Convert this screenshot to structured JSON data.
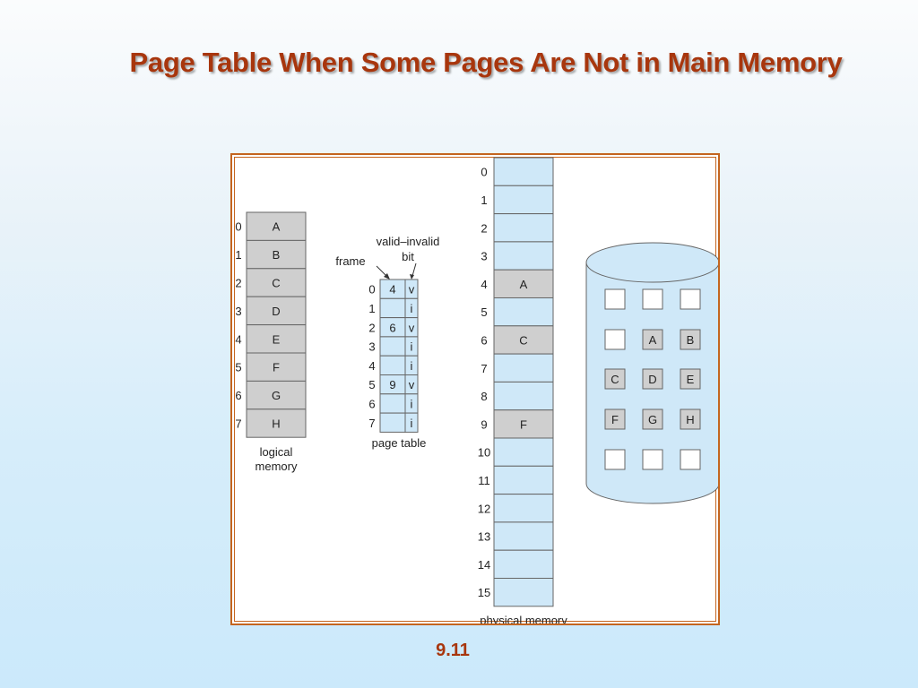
{
  "title": "Page Table When Some Pages Are Not in Main Memory",
  "slide_number": "9.11",
  "colors": {
    "title": "#a8360d",
    "frame_border": "#c4651f",
    "gray_fill": "#cfcfcf",
    "blue_fill": "#cfe8f8",
    "border": "#666666"
  },
  "logical_memory": {
    "label_line1": "logical",
    "label_line2": "memory",
    "indices": [
      "0",
      "1",
      "2",
      "3",
      "4",
      "5",
      "6",
      "7"
    ],
    "pages": [
      "A",
      "B",
      "C",
      "D",
      "E",
      "F",
      "G",
      "H"
    ]
  },
  "page_table": {
    "label": "page table",
    "frame_label": "frame",
    "valid_label_line1": "valid–invalid",
    "valid_label_line2": "bit",
    "indices": [
      "0",
      "1",
      "2",
      "3",
      "4",
      "5",
      "6",
      "7"
    ],
    "frames": [
      "4",
      "",
      "6",
      "",
      "",
      "9",
      "",
      ""
    ],
    "bits": [
      "v",
      "i",
      "v",
      "i",
      "i",
      "v",
      "i",
      "i"
    ]
  },
  "physical_memory": {
    "label": "physical memory",
    "indices": [
      "0",
      "1",
      "2",
      "3",
      "4",
      "5",
      "6",
      "7",
      "8",
      "9",
      "10",
      "11",
      "12",
      "13",
      "14",
      "15"
    ],
    "contents": [
      "",
      "",
      "",
      "",
      "A",
      "",
      "C",
      "",
      "",
      "F",
      "",
      "",
      "",
      "",
      "",
      ""
    ]
  },
  "disk": {
    "rows": [
      [
        "",
        "",
        ""
      ],
      [
        "",
        "A",
        "B"
      ],
      [
        "C",
        "D",
        "E"
      ],
      [
        "F",
        "G",
        "H"
      ],
      [
        "",
        "",
        ""
      ]
    ]
  }
}
